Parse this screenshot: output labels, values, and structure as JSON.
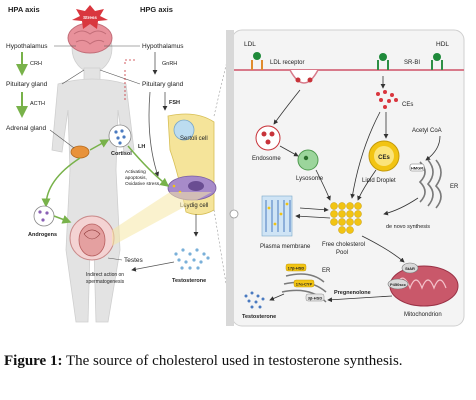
{
  "left": {
    "hpa_title": "HPA axis",
    "hpg_title": "HPG axis",
    "stress": "Stress",
    "hypothalamus_left": "Hypothalamus",
    "hypothalamus_right": "Hypothalamus",
    "crh": "CRH",
    "gnrh": "GnRH",
    "pituitary_left": "Pituitary gland",
    "pituitary_right": "Pituitary gland",
    "acth": "ACTH",
    "adrenal": "Adrenal gland",
    "cortisol": "Cortisol",
    "fsh": "FSH",
    "lh": "LH",
    "sertoli": "Sertoli cell",
    "leydig": "Leydig cell",
    "activating": "Activating",
    "apoptosis": "apoptosis,",
    "oxidative": "Oxidative stress,",
    "androgens": "Androgens",
    "testes": "Testes",
    "testosterone": "Testosterone",
    "indirect1": "Indirect action on",
    "indirect2": "spermatogenesis"
  },
  "right": {
    "ldl": "LDL",
    "ldl_receptor": "LDL receptor",
    "hdl": "HDL",
    "srbi": "SR-BI",
    "ces": "CEs",
    "ces_droplet": "CEs",
    "endosome": "Endosome",
    "lysosome": "Lysosome",
    "lipid_droplet": "Lipid Droplet",
    "acetyl_coa": "Acetyl CoA",
    "hmgr": "HMGR",
    "er": "ER",
    "de_novo": "de novo synthesis",
    "plasma_membrane": "Plasma membrane",
    "free_chol1": "Free cholesterol",
    "free_chol2": "Pool",
    "star": "StAR",
    "p450scc": "P450scc",
    "mito": "Mitochondrion",
    "pregnenolone": "Pregnenolone",
    "er2": "ER",
    "hsd17": "17β-HSD",
    "cyp17": "17α-CYP",
    "hsd3": "3β-HSD",
    "testosterone": "Testosterone"
  },
  "caption": {
    "label": "Figure 1:",
    "text": " The source of cholesterol used in testosterone synthesis."
  },
  "colors": {
    "brain": "#e8919b",
    "stress": "#d9363e",
    "arrow_green": "#78b24a",
    "arrow_red": "#c8333a",
    "panel_bg": "#f4f4f4",
    "leydig": "#a78bc9",
    "sertoli": "#f5e49a",
    "yellow_droplet": "#f2c413",
    "mito": "#c9586a",
    "body": "#e6e6e6"
  }
}
